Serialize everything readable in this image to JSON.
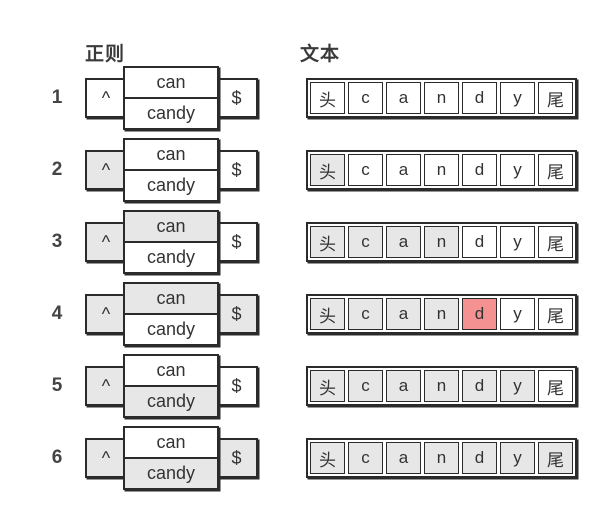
{
  "headers": {
    "regex": "正则",
    "text": "文本"
  },
  "regex_parts": {
    "caret": "^",
    "alt1": "can",
    "alt2": "candy",
    "dollar": "$"
  },
  "text_cells": [
    "头",
    "c",
    "a",
    "n",
    "d",
    "y",
    "尾"
  ],
  "colors": {
    "border": "#2b2b2b",
    "highlight_gray": "#e7e7e7",
    "mismatch_red": "#f49191",
    "background": "#ffffff",
    "text": "#333333"
  },
  "rows": [
    {
      "num": "1",
      "caret": "white",
      "can": "white",
      "candy": "white",
      "dollar": "white",
      "cells": [
        "white",
        "white",
        "white",
        "white",
        "white",
        "white",
        "white"
      ]
    },
    {
      "num": "2",
      "caret": "gray",
      "can": "white",
      "candy": "white",
      "dollar": "white",
      "cells": [
        "gray",
        "white",
        "white",
        "white",
        "white",
        "white",
        "white"
      ]
    },
    {
      "num": "3",
      "caret": "gray",
      "can": "gray",
      "candy": "white",
      "dollar": "white",
      "cells": [
        "gray",
        "gray",
        "gray",
        "gray",
        "white",
        "white",
        "white"
      ]
    },
    {
      "num": "4",
      "caret": "gray",
      "can": "gray",
      "candy": "white",
      "dollar": "gray",
      "cells": [
        "gray",
        "gray",
        "gray",
        "gray",
        "red",
        "white",
        "white"
      ]
    },
    {
      "num": "5",
      "caret": "gray",
      "can": "white",
      "candy": "gray",
      "dollar": "white",
      "cells": [
        "gray",
        "gray",
        "gray",
        "gray",
        "gray",
        "gray",
        "white"
      ]
    },
    {
      "num": "6",
      "caret": "gray",
      "can": "white",
      "candy": "gray",
      "dollar": "gray",
      "cells": [
        "gray",
        "gray",
        "gray",
        "gray",
        "gray",
        "gray",
        "gray"
      ]
    }
  ]
}
